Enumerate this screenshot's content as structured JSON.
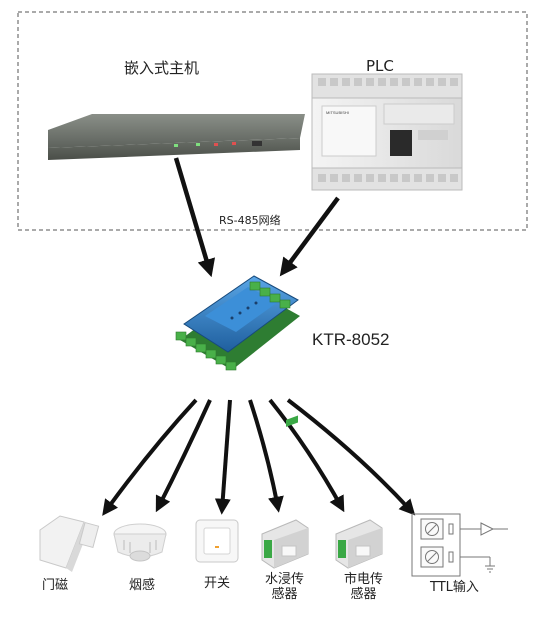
{
  "top": {
    "host_label": "嵌入式主机",
    "plc_label": "PLC",
    "plc_brand": "MITSUBISHI"
  },
  "network_label": "RS-485网络",
  "device_label": "KTR-8052",
  "sensors": [
    {
      "label": "门磁",
      "icon": "door-magnet-icon"
    },
    {
      "label": "烟感",
      "icon": "smoke-detector-icon"
    },
    {
      "label": "开关",
      "icon": "wall-switch-icon"
    },
    {
      "label": "水浸传\n感器",
      "icon": "water-sensor-icon"
    },
    {
      "label": "市电传\n感器",
      "icon": "power-sensor-icon"
    },
    {
      "label": "TTL输入",
      "icon": "ttl-input-icon"
    }
  ],
  "colors": {
    "arrow": "#111111",
    "dashed_border": "#555555",
    "device_blue": "#2a7fc9",
    "terminal_green": "#3aa845"
  }
}
